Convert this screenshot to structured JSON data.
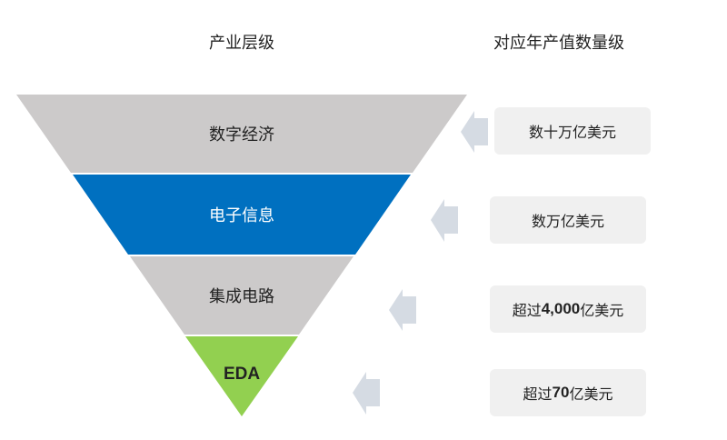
{
  "headers": {
    "left": "产业层级",
    "right": "对应年产值数量级"
  },
  "levels": [
    {
      "label": "数字经济",
      "color": "#cccaca"
    },
    {
      "label": "电子信息",
      "color": "#0070c0"
    },
    {
      "label": "集成电路",
      "color": "#cccaca"
    },
    {
      "label": "EDA",
      "color": "#92d050"
    }
  ],
  "values": [
    {
      "pre": "数十万亿美元",
      "num": "",
      "post": ""
    },
    {
      "pre": "数万亿美元",
      "num": "",
      "post": ""
    },
    {
      "pre": "超过",
      "num": "4,000",
      "post": "亿美元"
    },
    {
      "pre": "超过",
      "num": "70",
      "post": "亿美元"
    }
  ],
  "arrow_color": "#d5dbe3"
}
